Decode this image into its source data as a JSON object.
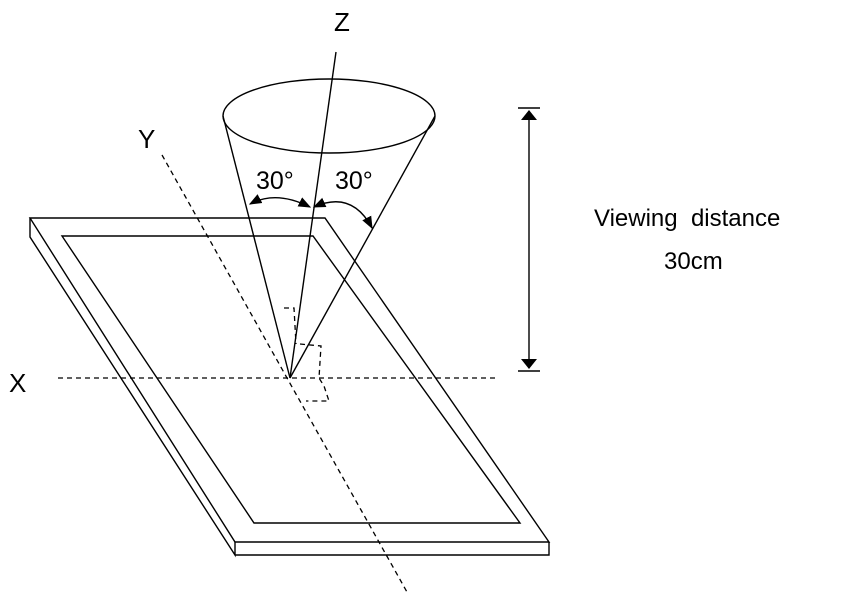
{
  "axes": {
    "x_label": "X",
    "y_label": "Y",
    "z_label": "Z"
  },
  "angles": {
    "left": "30°",
    "right": "30°"
  },
  "viewing": {
    "line1": "Viewing  distance",
    "line2": "30cm"
  },
  "colors": {
    "stroke": "#000000",
    "background": "#ffffff"
  }
}
